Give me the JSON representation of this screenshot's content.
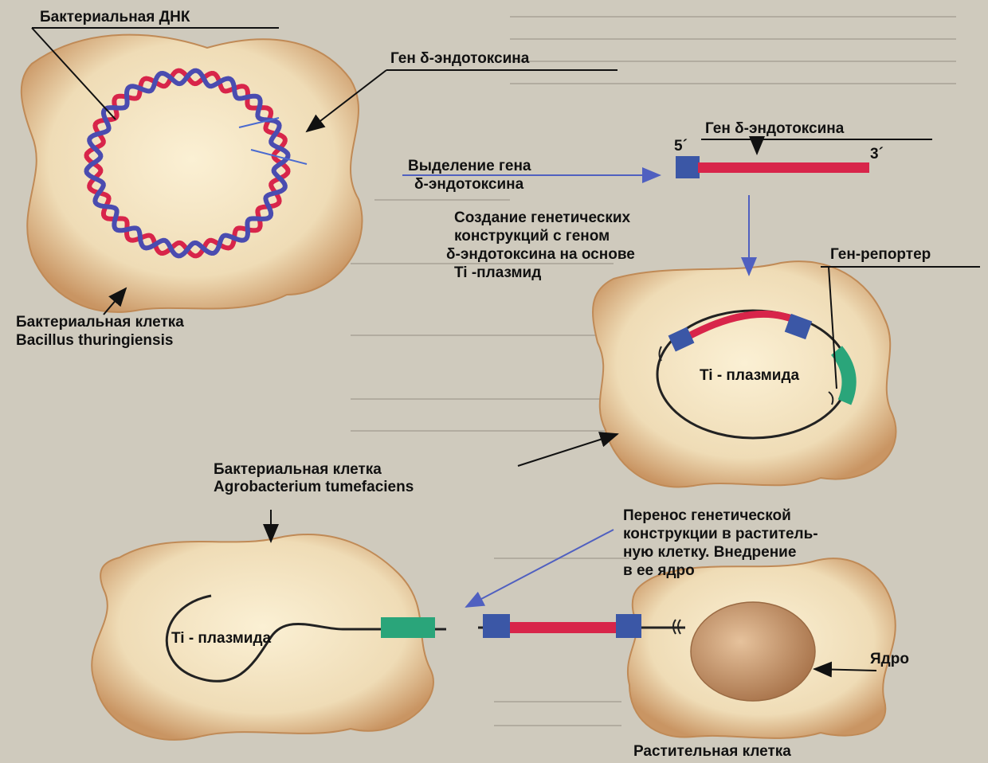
{
  "colors": {
    "background": "#cfcabd",
    "cell_fill": "#f1e2c1",
    "cell_edge": "#b07a4e",
    "dna_red": "#d8254a",
    "dna_blue": "#4a4cb0",
    "marker_blue": "#3b57a6",
    "gene_red": "#d8254a",
    "reporter_green": "#2aa57a",
    "arrow_blue": "#5060c0",
    "nucleus": "#c99a6e"
  },
  "labels": {
    "bacterial_dna": "Бактериальная ДНК",
    "delta_gene_top": "Ген δ-эндотоксина",
    "isolation_line1": "Выделение гена",
    "isolation_line2": "δ-эндотоксина",
    "gene_line_title": "Ген δ-эндотоксина",
    "five_prime": "5´",
    "three_prime": "3´",
    "construct_line1": "Создание генетических",
    "construct_line2": "конструкций с геном",
    "construct_line3": "δ-эндотоксина на основе",
    "construct_line4": "Ti -плазмид",
    "reporter_gene": "Ген-репортер",
    "ti_plasmid_top": "Ti - плазмида",
    "bacillus_line1": "Бактериальная клетка",
    "bacillus_line2": "Bacillus  thuringiensis",
    "agro_line1": "Бактериальная клетка",
    "agro_line2": "Agrobacterium tumefaciens",
    "transfer_line1": "Перенос генетической",
    "transfer_line2": "конструкции в раститель-",
    "transfer_line3": "ную клетку. Внедрение",
    "transfer_line4": "в ее ядро",
    "ti_plasmid_bottom": "Ti - плазмида",
    "nucleus": "Ядро",
    "plant_cell": "Растительная клетка"
  }
}
